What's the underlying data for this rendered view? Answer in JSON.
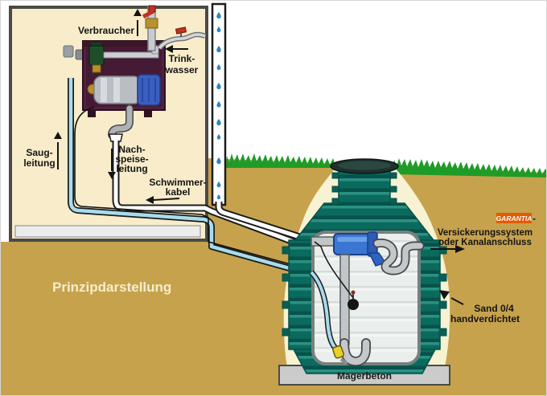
{
  "diagram_title": "Prinzipdarstellung",
  "labels": {
    "verbraucher": "Verbraucher",
    "trinkwasser": [
      "Trink-",
      "wasser"
    ],
    "saugleitung": [
      "Saug-",
      "leitung"
    ],
    "nachspeiseleitung": [
      "Nach-",
      "speise-",
      "leitung"
    ],
    "schwimmerkabel": [
      "Schwimmer-",
      "kabel"
    ],
    "versickerung": {
      "badge": "GARANTIA",
      "suffix": "-",
      "lines": [
        "Versickerungssystem",
        "oder Kanalanschluss"
      ]
    },
    "sand": [
      "Sand 0/4",
      "handverdichtet"
    ],
    "magerbeton": "Magerbeton"
  },
  "arrows": {
    "verbraucher": "up",
    "trinkwasser": "left",
    "saugleitung": "up",
    "nachspeiseleitung": "down",
    "schwimmerkabel": "left",
    "versickerung": "right",
    "sand": "up-left"
  },
  "colors": {
    "soil": "#c7a24d",
    "grass": "#1f9b28",
    "house_interior": "#f8ecca",
    "excavation_sand": "#f7f2d2",
    "tank_green": "#0b6a5e",
    "tank_green_dark": "#07524a",
    "tank_green_light": "#2a9183",
    "filter_blue": "#3a77d2",
    "suction_pipe_blue": "#a8dcec",
    "pump_cabinet_maroon": "#54203f",
    "badge_orange": "#e35a00",
    "concrete_gray": "#cbcbcb",
    "title_cream": "#f6eecb",
    "water_drop_blue": "#2f86c2"
  }
}
